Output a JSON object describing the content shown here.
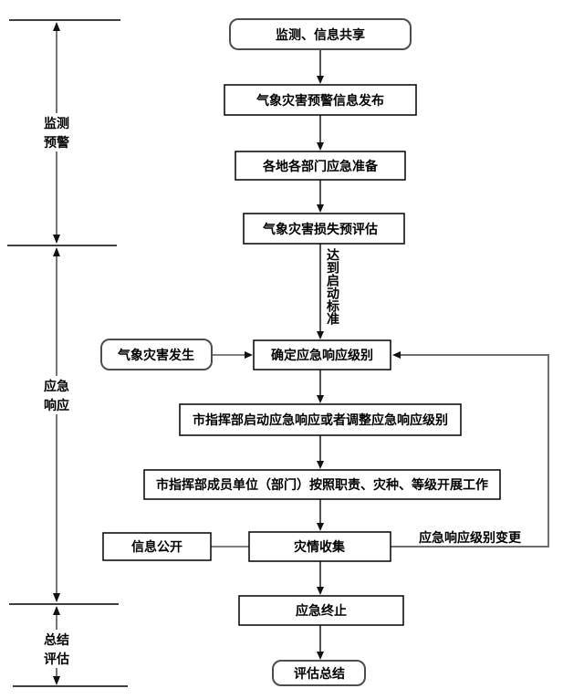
{
  "diagram": {
    "phases": [
      {
        "label_line1": "监测",
        "label_line2": "预警"
      },
      {
        "label_line1": "应急",
        "label_line2": "响应"
      },
      {
        "label_line1": "总结",
        "label_line2": "评估"
      }
    ],
    "nodes": {
      "monitor_share": "监测、信息共享",
      "warning_release": "气象灾害预警信息发布",
      "emergency_prepare": "各地各部门应急准备",
      "loss_preassess": "气象灾害损失预评估",
      "determine_level": "确定应急响应级别",
      "start_adjust_response": "市指挥部启动应急响应或者调整应急响应级别",
      "members_work": "市指挥部成员单位（部门）按照职责、灾种、等级开展工作",
      "disaster_collect": "灾情收集",
      "response_end": "应急终止",
      "evaluate_summary": "评估总结",
      "disaster_occur": "气象灾害发生",
      "info_public": "信息公开"
    },
    "edge_labels": {
      "reach_start_condition": "达到启动标准",
      "level_change": "应急响应级别变更"
    },
    "colors": {
      "flow_line": "#1a1a1a",
      "connector_gray": "#808080",
      "box_border": "#000000",
      "rounded_box_border": "#4d4d4d",
      "text": "#000000",
      "background": "#ffffff"
    }
  }
}
